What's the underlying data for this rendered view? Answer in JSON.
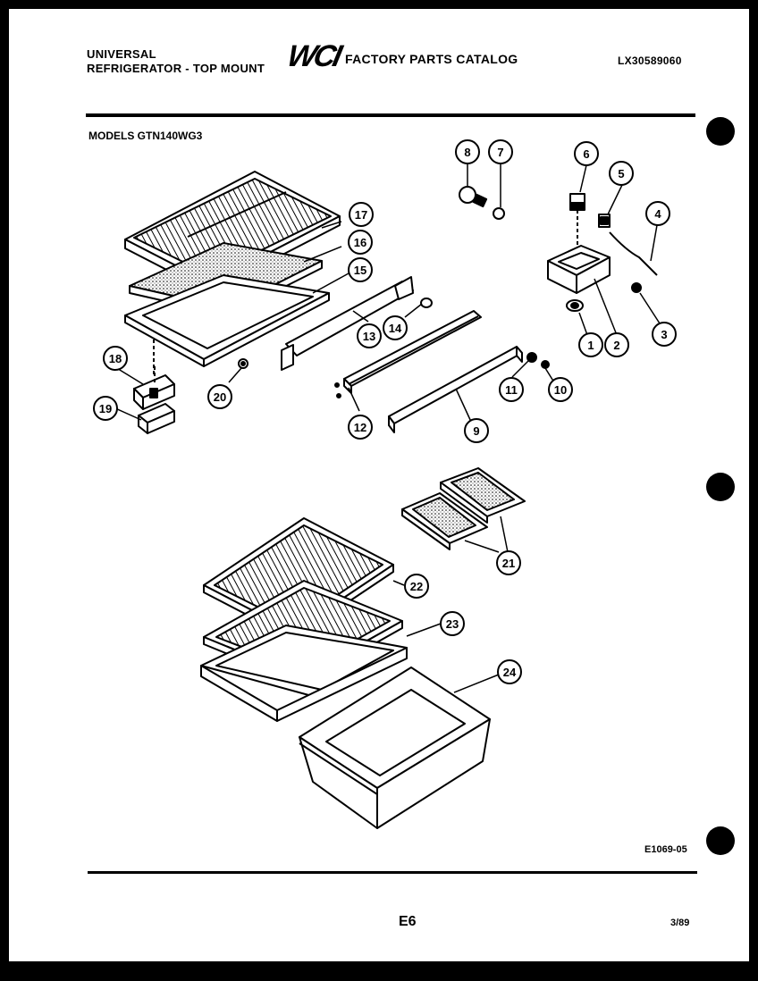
{
  "header": {
    "brand_line1": "UNIVERSAL",
    "brand_line2": "REFRIGERATOR - TOP MOUNT",
    "logo": "WCI",
    "catalog_title": "FACTORY PARTS CATALOG",
    "catalog_number": "LX30589060"
  },
  "models_label": "MODELS GTN140WG3",
  "callouts": [
    "1",
    "2",
    "3",
    "4",
    "5",
    "6",
    "7",
    "8",
    "9",
    "10",
    "11",
    "12",
    "13",
    "14",
    "15",
    "16",
    "17",
    "18",
    "19",
    "20",
    "21",
    "22",
    "23",
    "24"
  ],
  "figure_code": "E1069-05",
  "page_number": "E6",
  "date_code": "3/89",
  "colors": {
    "ink": "#000000",
    "paper": "#ffffff",
    "border": "#000000"
  }
}
